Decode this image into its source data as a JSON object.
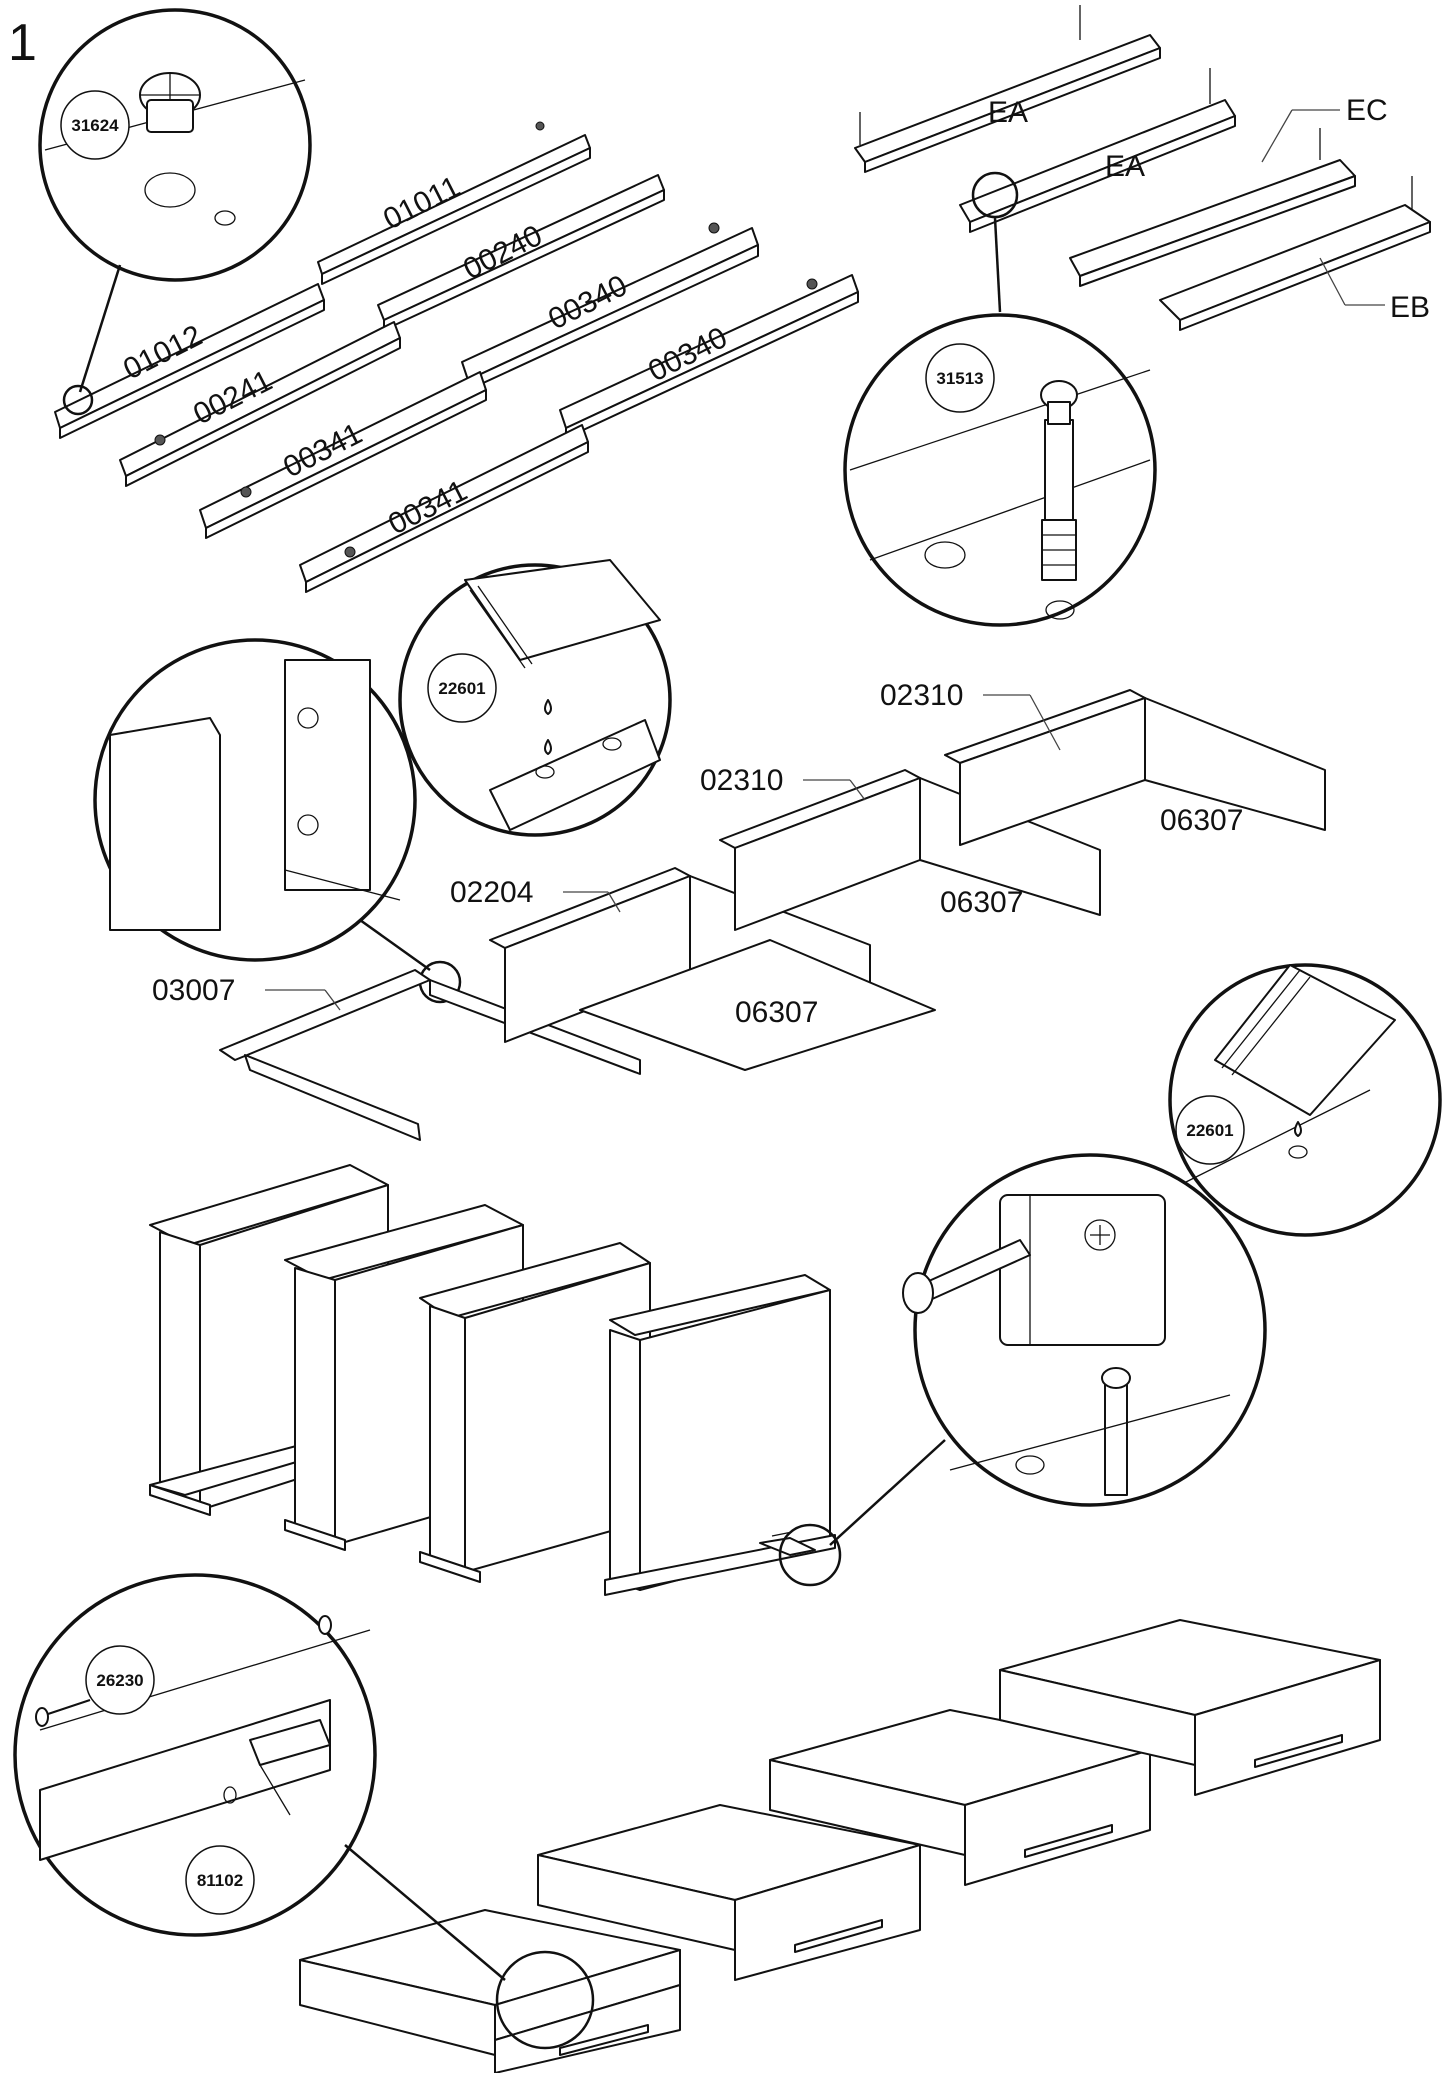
{
  "step_number": "1",
  "panel_labels": [
    "01011",
    "00240",
    "00340",
    "00340",
    "01012",
    "00241",
    "00341",
    "00341"
  ],
  "top_right_labels": {
    "ea_1": "EA",
    "ea_2": "EA",
    "ec": "EC",
    "eb": "EB"
  },
  "drawer_labels": {
    "frame": "03007",
    "back_1": "02204",
    "back_2": "02310",
    "back_3": "02310",
    "bottom_1": "06307",
    "bottom_2": "06307",
    "bottom_3": "06307"
  },
  "badges": {
    "cam_lock": "31624",
    "cam_bolt": "31513",
    "glue_1": "22601",
    "glue_2": "22601",
    "screw": "26230",
    "handle": "81102"
  }
}
